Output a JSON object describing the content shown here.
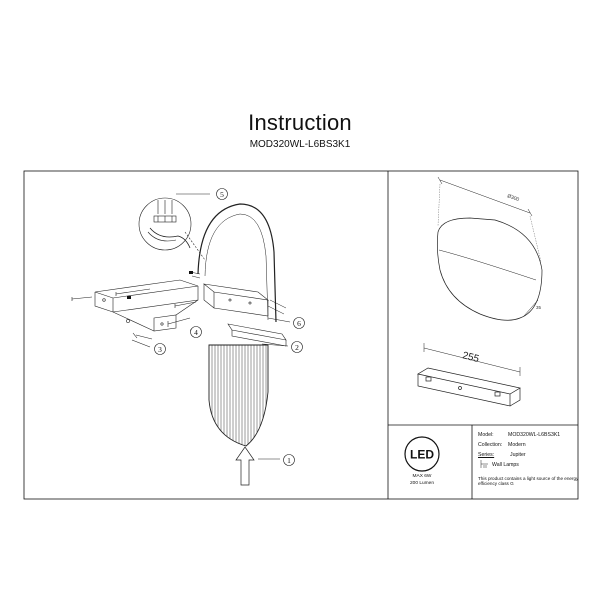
{
  "header": {
    "title": "Instruction",
    "model_code": "MOD320WL-L6BS3K1"
  },
  "callouts": {
    "c1": "1",
    "c2": "2",
    "c3": "3",
    "c4": "4",
    "c5": "5",
    "c6": "6"
  },
  "dimensions": {
    "diameter": "Ø300",
    "depth": "35",
    "bracket_length": "255"
  },
  "led_badge": {
    "logo": "LED",
    "max_power": "MAX 6W",
    "lumen": "200 Lumen"
  },
  "spec_table": {
    "model_label": "Model:",
    "model_value": "MOD320WL-L6BS3K1",
    "collection_label": "Collection:",
    "collection_value": "Modern",
    "series_label": "Series:",
    "series_value": "Jupiter",
    "type_value": "Wall Lamps",
    "notice": "This product contains a light source of the energy efficiency class G"
  }
}
